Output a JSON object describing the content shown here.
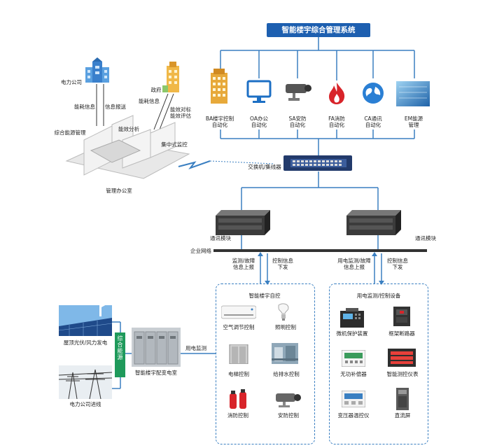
{
  "title": "智能楼宇综合管理系统",
  "top_systems": [
    {
      "label": "BA楼宇控制\n自动化",
      "icon": "building-icon"
    },
    {
      "label": "OA办公\n自动化",
      "icon": "monitor-icon"
    },
    {
      "label": "SA安防\n自动化",
      "icon": "camera-icon"
    },
    {
      "label": "FA消防\n自动化",
      "icon": "fire-icon"
    },
    {
      "label": "CA通讯\n自动化",
      "icon": "globe-icon"
    },
    {
      "label": "EM能源\n管理",
      "icon": "energy-icon"
    }
  ],
  "switch_label": "交换机/集线器",
  "comm_modules": [
    "通讯模块",
    "通讯模块"
  ],
  "enterprise_net": "企业网络",
  "flow_labels": {
    "left_up": "监测/故障\n信息上报",
    "left_down": "控制信息\n下发",
    "right_up": "用电监测/故障\n信息上报",
    "right_down": "控制信息\n下发"
  },
  "mgmt": {
    "power_company": "电力公司",
    "government": "政府",
    "energy_info": "能耗信息",
    "info_report": "信息报送",
    "energy_info2": "能耗信息",
    "benchmark": "能效对标\n能效评估",
    "integrated_mgmt": "综合能源管理",
    "efficiency": "能效分析",
    "central_monitor": "集中式监控",
    "office": "管理办公室"
  },
  "smart_building": {
    "title": "智能楼宇自控",
    "items": [
      "空气调节控制",
      "照明控制",
      "电梯控制",
      "给排水控制",
      "消防控制",
      "安防控制"
    ]
  },
  "power_monitoring": {
    "title": "用电监测/控制设备",
    "items": [
      "微机保护装置",
      "框架断路器",
      "无功补偿器",
      "智能测控仪表",
      "变压器温控仪",
      "直流屏"
    ]
  },
  "bottom_left": {
    "solar": "屋顶光伏/风力发电",
    "grid": "电力公司进线",
    "integrated_energy": "综合能源",
    "substation": "智能楼宇配变电室",
    "power_monitor": "用电监测"
  },
  "colors": {
    "title_bg": "#1d5fb0",
    "line": "#3a7fc1",
    "green": "#1f9a5b",
    "accent": "#3a7fc1"
  }
}
